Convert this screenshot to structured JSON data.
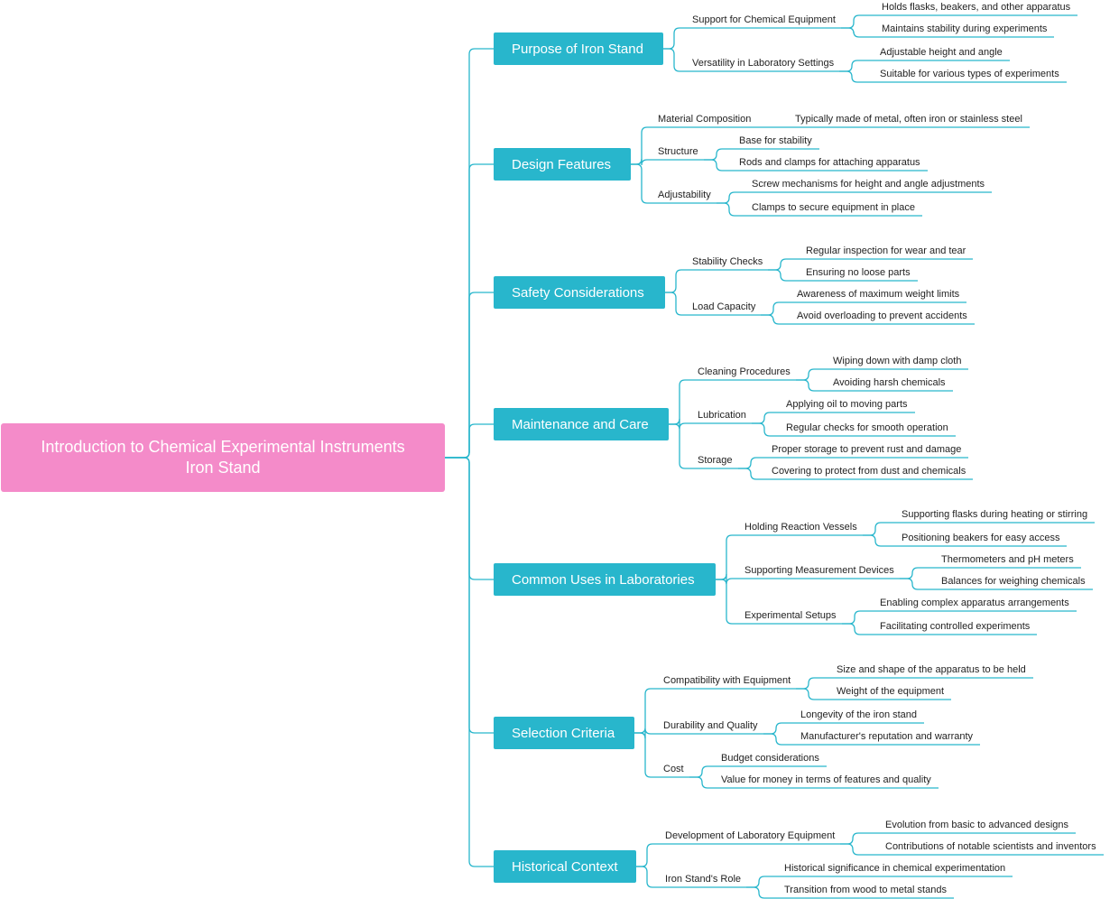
{
  "colors": {
    "root": "#f48bc9",
    "branch": "#28b6cc",
    "link": "#28b6cc"
  },
  "root": {
    "line1": "Introduction to Chemical Experimental Instruments",
    "line2": "Iron Stand"
  },
  "branches": [
    {
      "label": "Purpose of Iron Stand",
      "children": [
        {
          "label": "Support for Chemical Equipment",
          "leaves": [
            "Holds flasks, beakers, and other apparatus",
            "Maintains stability during experiments"
          ]
        },
        {
          "label": "Versatility in Laboratory Settings",
          "leaves": [
            "Adjustable height and angle",
            "Suitable for various types of experiments"
          ]
        }
      ]
    },
    {
      "label": "Design Features",
      "children": [
        {
          "label": "Material Composition",
          "leaves": [
            "Typically made of metal, often iron or stainless steel"
          ]
        },
        {
          "label": "Structure",
          "leaves": [
            "Base for stability",
            "Rods and clamps for attaching apparatus"
          ]
        },
        {
          "label": "Adjustability",
          "leaves": [
            "Screw mechanisms for height and angle adjustments",
            "Clamps to secure equipment in place"
          ]
        }
      ]
    },
    {
      "label": "Safety Considerations",
      "children": [
        {
          "label": "Stability Checks",
          "leaves": [
            "Regular inspection for wear and tear",
            "Ensuring no loose parts"
          ]
        },
        {
          "label": "Load Capacity",
          "leaves": [
            "Awareness of maximum weight limits",
            "Avoid overloading to prevent accidents"
          ]
        }
      ]
    },
    {
      "label": "Maintenance and Care",
      "children": [
        {
          "label": "Cleaning Procedures",
          "leaves": [
            "Wiping down with damp cloth",
            "Avoiding harsh chemicals"
          ]
        },
        {
          "label": "Lubrication",
          "leaves": [
            "Applying oil to moving parts",
            "Regular checks for smooth operation"
          ]
        },
        {
          "label": "Storage",
          "leaves": [
            "Proper storage to prevent rust and damage",
            "Covering to protect from dust and chemicals"
          ]
        }
      ]
    },
    {
      "label": "Common Uses in Laboratories",
      "children": [
        {
          "label": "Holding Reaction Vessels",
          "leaves": [
            "Supporting flasks during heating or stirring",
            "Positioning beakers for easy access"
          ]
        },
        {
          "label": "Supporting Measurement Devices",
          "leaves": [
            "Thermometers and pH meters",
            "Balances for weighing chemicals"
          ]
        },
        {
          "label": "Experimental Setups",
          "leaves": [
            "Enabling complex apparatus arrangements",
            "Facilitating controlled experiments"
          ]
        }
      ]
    },
    {
      "label": "Selection Criteria",
      "children": [
        {
          "label": "Compatibility with Equipment",
          "leaves": [
            "Size and shape of the apparatus to be held",
            "Weight of the equipment"
          ]
        },
        {
          "label": "Durability and Quality",
          "leaves": [
            "Longevity of the iron stand",
            "Manufacturer's reputation and warranty"
          ]
        },
        {
          "label": "Cost",
          "leaves": [
            "Budget considerations",
            "Value for money in terms of features and quality"
          ]
        }
      ]
    },
    {
      "label": "Historical Context",
      "children": [
        {
          "label": "Development of Laboratory Equipment",
          "leaves": [
            "Evolution from basic to advanced designs",
            "Contributions of notable scientists and inventors"
          ]
        },
        {
          "label": "Iron Stand's Role",
          "leaves": [
            "Historical significance in chemical experimentation",
            "Transition from wood to metal stands"
          ]
        }
      ]
    }
  ]
}
